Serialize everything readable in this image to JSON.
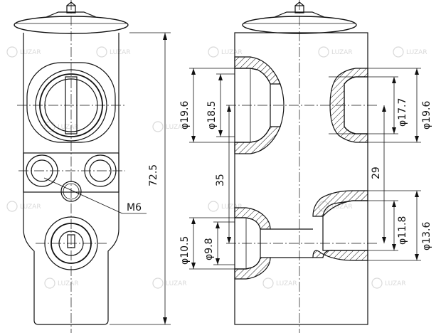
{
  "dimensions": {
    "height_total": "72.5",
    "thread": "M6",
    "inlet_outer_dia": "φ19.6",
    "inlet_inner_dia": "φ18.5",
    "port_spacing_left": "35",
    "lower_left_outer_dia": "φ10.5",
    "lower_left_inner_dia": "φ9.8",
    "right_upper_inner_dia": "φ17.7",
    "right_upper_outer_dia": "φ19.6",
    "port_spacing_right": "29",
    "right_lower_inner_dia": "φ11.8",
    "right_lower_outer_dia": "φ13.6"
  },
  "watermark": {
    "brand": "LUZAR"
  }
}
